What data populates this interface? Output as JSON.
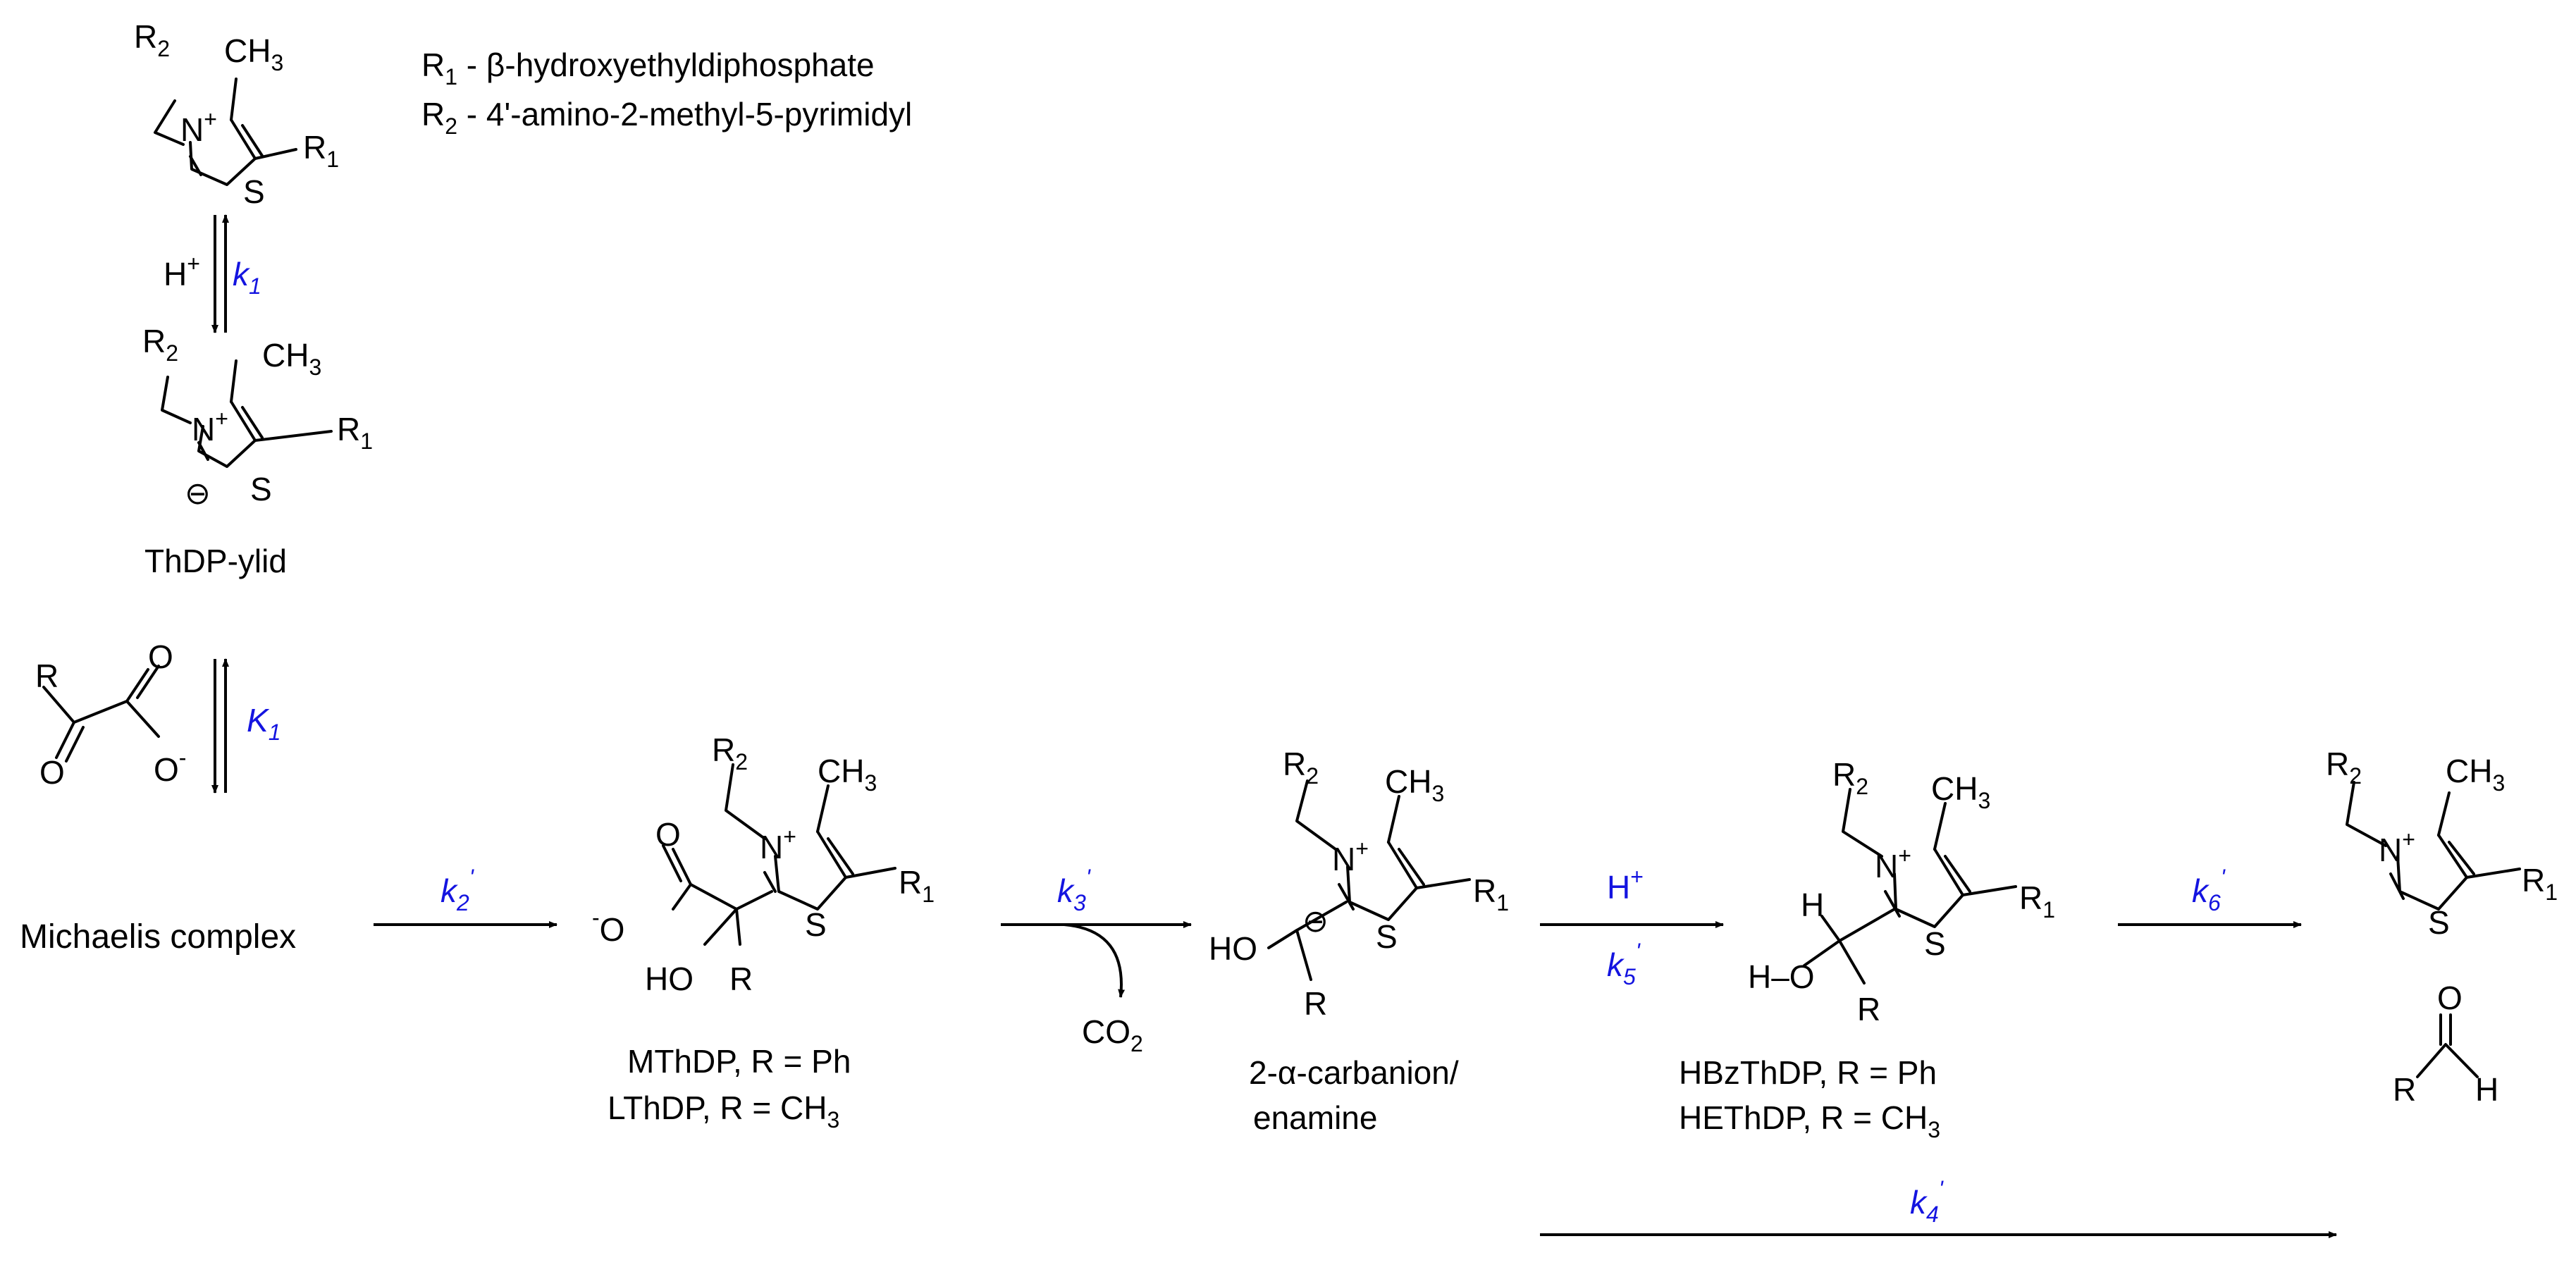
{
  "legend": {
    "r1": "R",
    "r1_sub": "1",
    "r1_def": " - β-hydroxyethyldiphosphate",
    "r2": "R",
    "r2_sub": "2",
    "r2_def": " - 4'-amino-2-methyl-5-pyrimidyl"
  },
  "atoms": {
    "R": "R",
    "sub1": "1",
    "sub2": "2",
    "CH": "CH",
    "sub3": "3",
    "N": "N",
    "plus": "+",
    "S": "S",
    "H": "H",
    "O": "O",
    "HO": "HO",
    "minus_sign": "-",
    "ominus": "⊖",
    "CO": "CO",
    "H_O": "H–O"
  },
  "labels": {
    "ylid": "ThDP-ylid",
    "michaelis": "Michaelis complex",
    "mthdp": "MThDP, R = Ph",
    "lthdp": "LThDP, R = CH",
    "carbanion_1": "2-α-carbanion/",
    "carbanion_2": "enamine",
    "hbzthdp": "HBzThDP, R = Ph",
    "hethdp": "HEThDP, R = CH",
    "co2": "CO",
    "co2_sub": "2"
  },
  "rates": {
    "k1": "k",
    "k1_sub": "1",
    "K1": "K",
    "K1_sub": "1",
    "k2": "k",
    "k2_sub": "2",
    "k3": "k",
    "k3_sub": "3",
    "k4": "k",
    "k4_sub": "4",
    "k5": "k",
    "k5_sub": "5",
    "k6": "k",
    "k6_sub": "6",
    "prime": "'",
    "hplus": "H",
    "hplus_sup": "+"
  },
  "colors": {
    "rate_constant": "#1414e0",
    "structure": "#000000"
  }
}
